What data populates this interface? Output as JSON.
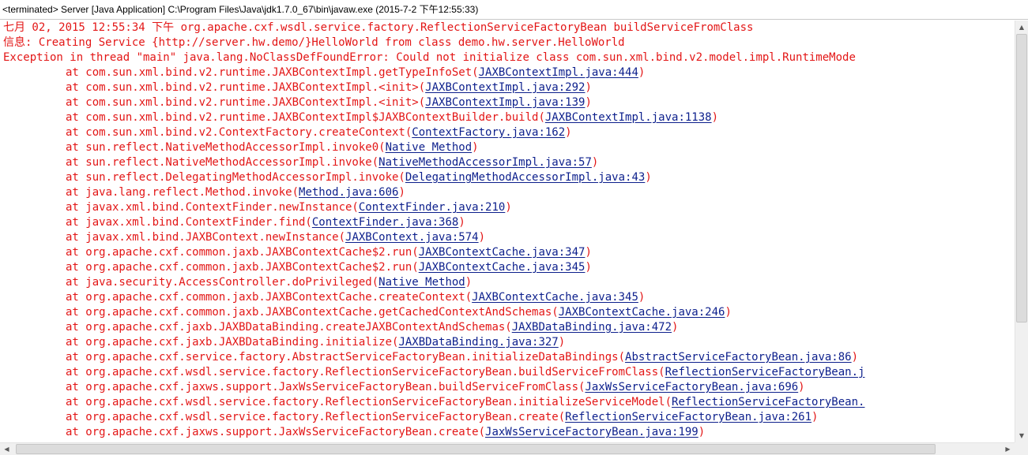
{
  "title_bar": {
    "text": "<terminated> Server [Java Application] C:\\Program Files\\Java\\jdk1.7.0_67\\bin\\javaw.exe (2015-7-2 下午12:55:33)"
  },
  "colors": {
    "error_text": "#e31616",
    "link_text": "#0c1f8c"
  },
  "console": {
    "header_lines": [
      "七月 02, 2015 12:55:34 下午 org.apache.cxf.wsdl.service.factory.ReflectionServiceFactoryBean buildServiceFromClass",
      "信息: Creating Service {http://server.hw.demo/}HelloWorld from class demo.hw.server.HelloWorld",
      "Exception in thread \"main\" java.lang.NoClassDefFoundError: Could not initialize class com.sun.xml.bind.v2.model.impl.RuntimeMode"
    ],
    "frames": [
      {
        "method": "at com.sun.xml.bind.v2.runtime.JAXBContextImpl.getTypeInfoSet(",
        "link": "JAXBContextImpl.java:444",
        "close": ")"
      },
      {
        "method": "at com.sun.xml.bind.v2.runtime.JAXBContextImpl.<init>(",
        "link": "JAXBContextImpl.java:292",
        "close": ")"
      },
      {
        "method": "at com.sun.xml.bind.v2.runtime.JAXBContextImpl.<init>(",
        "link": "JAXBContextImpl.java:139",
        "close": ")"
      },
      {
        "method": "at com.sun.xml.bind.v2.runtime.JAXBContextImpl$JAXBContextBuilder.build(",
        "link": "JAXBContextImpl.java:1138",
        "close": ")"
      },
      {
        "method": "at com.sun.xml.bind.v2.ContextFactory.createContext(",
        "link": "ContextFactory.java:162",
        "close": ")"
      },
      {
        "method": "at sun.reflect.NativeMethodAccessorImpl.invoke0(",
        "link": "Native Method",
        "close": ")"
      },
      {
        "method": "at sun.reflect.NativeMethodAccessorImpl.invoke(",
        "link": "NativeMethodAccessorImpl.java:57",
        "close": ")"
      },
      {
        "method": "at sun.reflect.DelegatingMethodAccessorImpl.invoke(",
        "link": "DelegatingMethodAccessorImpl.java:43",
        "close": ")"
      },
      {
        "method": "at java.lang.reflect.Method.invoke(",
        "link": "Method.java:606",
        "close": ")"
      },
      {
        "method": "at javax.xml.bind.ContextFinder.newInstance(",
        "link": "ContextFinder.java:210",
        "close": ")"
      },
      {
        "method": "at javax.xml.bind.ContextFinder.find(",
        "link": "ContextFinder.java:368",
        "close": ")"
      },
      {
        "method": "at javax.xml.bind.JAXBContext.newInstance(",
        "link": "JAXBContext.java:574",
        "close": ")"
      },
      {
        "method": "at org.apache.cxf.common.jaxb.JAXBContextCache$2.run(",
        "link": "JAXBContextCache.java:347",
        "close": ")"
      },
      {
        "method": "at org.apache.cxf.common.jaxb.JAXBContextCache$2.run(",
        "link": "JAXBContextCache.java:345",
        "close": ")"
      },
      {
        "method": "at java.security.AccessController.doPrivileged(",
        "link": "Native Method",
        "close": ")"
      },
      {
        "method": "at org.apache.cxf.common.jaxb.JAXBContextCache.createContext(",
        "link": "JAXBContextCache.java:345",
        "close": ")"
      },
      {
        "method": "at org.apache.cxf.common.jaxb.JAXBContextCache.getCachedContextAndSchemas(",
        "link": "JAXBContextCache.java:246",
        "close": ")"
      },
      {
        "method": "at org.apache.cxf.jaxb.JAXBDataBinding.createJAXBContextAndSchemas(",
        "link": "JAXBDataBinding.java:472",
        "close": ")"
      },
      {
        "method": "at org.apache.cxf.jaxb.JAXBDataBinding.initialize(",
        "link": "JAXBDataBinding.java:327",
        "close": ")"
      },
      {
        "method": "at org.apache.cxf.service.factory.AbstractServiceFactoryBean.initializeDataBindings(",
        "link": "AbstractServiceFactoryBean.java:86",
        "close": ")"
      },
      {
        "method": "at org.apache.cxf.wsdl.service.factory.ReflectionServiceFactoryBean.buildServiceFromClass(",
        "link": "ReflectionServiceFactoryBean.j",
        "close": ""
      },
      {
        "method": "at org.apache.cxf.jaxws.support.JaxWsServiceFactoryBean.buildServiceFromClass(",
        "link": "JaxWsServiceFactoryBean.java:696",
        "close": ")"
      },
      {
        "method": "at org.apache.cxf.wsdl.service.factory.ReflectionServiceFactoryBean.initializeServiceModel(",
        "link": "ReflectionServiceFactoryBean.",
        "close": ""
      },
      {
        "method": "at org.apache.cxf.wsdl.service.factory.ReflectionServiceFactoryBean.create(",
        "link": "ReflectionServiceFactoryBean.java:261",
        "close": ")"
      },
      {
        "method": "at org.apache.cxf.jaxws.support.JaxWsServiceFactoryBean.create(",
        "link": "JaxWsServiceFactoryBean.java:199",
        "close": ")"
      }
    ]
  },
  "scrollbars": {
    "up_icon": "▲",
    "down_icon": "▼",
    "left_icon": "◀",
    "right_icon": "▶"
  }
}
